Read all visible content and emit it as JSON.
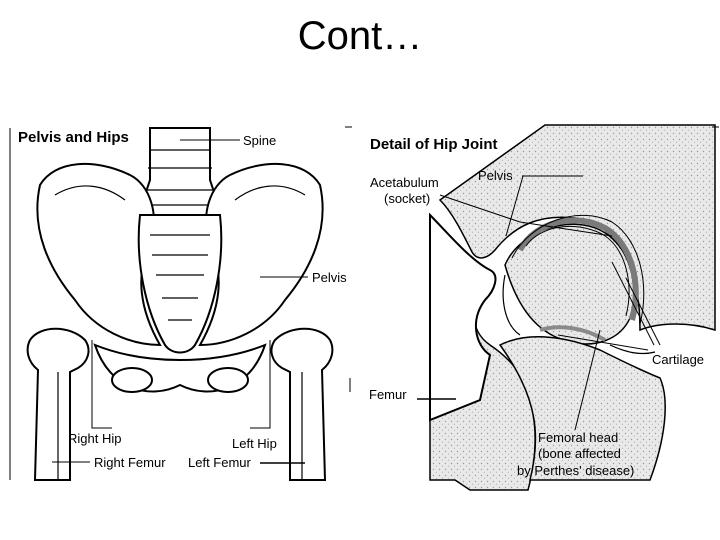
{
  "slide": {
    "title": "Cont…"
  },
  "left_figure": {
    "heading": "Pelvis and Hips",
    "labels": {
      "spine": "Spine",
      "pelvis": "Pelvis",
      "right_hip": "Right Hip",
      "left_hip": "Left Hip",
      "right_femur": "Right Femur",
      "left_femur": "Left Femur"
    }
  },
  "right_figure": {
    "heading": "Detail of Hip Joint",
    "labels": {
      "acetabulum_line1": "Acetabulum",
      "acetabulum_line2": "(socket)",
      "pelvis": "Pelvis",
      "cartilage": "Cartilage",
      "femur": "Femur",
      "femoral_head_line1": "Femoral head",
      "femoral_head_line2": "(bone affected",
      "femoral_head_line3": "by Perthes' disease)"
    }
  }
}
